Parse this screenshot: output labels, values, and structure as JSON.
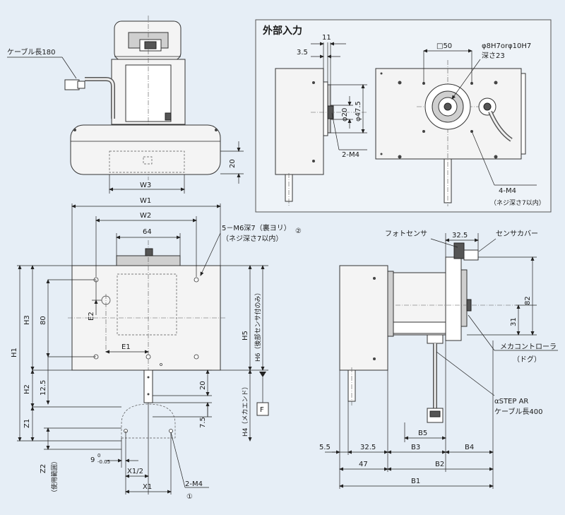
{
  "labels": {
    "external_input_title": "外部入力",
    "cable_length_180": "ケーブル長180",
    "photo_sensor": "フォトセンサ",
    "sensor_cover": "センサカバー",
    "mecha_controller": "メカコントローラ",
    "mecha_controller_dog": "（ドグ）",
    "alpha_step": "αSTEP AR",
    "cable_length_400": "ケーブル長400",
    "m6_depth": "5－M6深7（裏ヨリ）",
    "m6_screw_depth": "（ネジ深さ7以内）",
    "circle_2": "②",
    "circle_1": "①",
    "two_m4_top": "2-M4",
    "two_m4_bottom": "2-M4",
    "four_m4": "4-M4",
    "four_m4_depth": "（ネジ深さ7以内）",
    "bore": "φ8H7orφ10H7",
    "bore_depth": "深さ23",
    "sq50": "□50",
    "dia20": "φ20",
    "dia475": "φ47.5",
    "h6_label": "H6（後部センサ付のみ）",
    "h4_label": "H4（メカエンド）",
    "z2_label": "Z2",
    "z2_sub": "（使用範囲）",
    "f_label": "F"
  },
  "dims": {
    "w1": "W1",
    "w2": "W2",
    "w3": "W3",
    "d64": "64",
    "d20a": "20",
    "d11": "11",
    "d35": "3.5",
    "h1": "H1",
    "h2": "H2",
    "h3": "H3",
    "h5": "H5",
    "d80": "80",
    "d125": "12.5",
    "e1": "E1",
    "e2": "E2",
    "z1": "Z1",
    "d20b": "20",
    "d75": "7.5",
    "d9": "9",
    "tol": "-0.05",
    "tol0": "0",
    "x1half": "X1/2",
    "x1": "X1",
    "d325": "32.5",
    "d82": "82",
    "d31": "31",
    "d55": "5.5",
    "d325b": "32.5",
    "b5": "B5",
    "b3": "B3",
    "b4": "B4",
    "d47": "47",
    "b2": "B2",
    "b1": "B1"
  }
}
